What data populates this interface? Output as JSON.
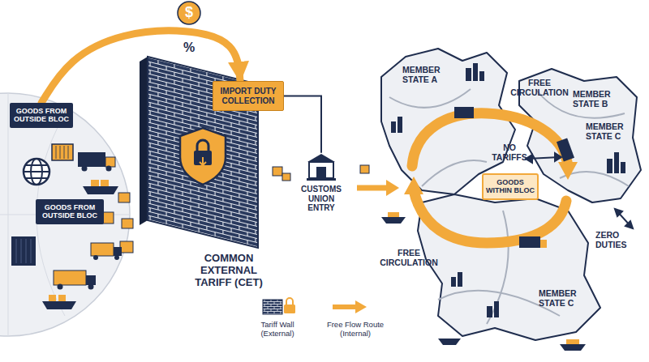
{
  "diagram": {
    "nodes": [
      {
        "text": [
          "GOODS FROM OUTSIDE BLOC"
        ]
      },
      {
        "text": [
          "GOODS FROM OUTSIDE BLOC"
        ]
      },
      {
        "text": [
          "IMPORT DUTY COLLECTION"
        ]
      },
      {
        "text": [
          "COMMON EXTERNAL TARIFF (CET)"
        ]
      },
      {
        "text": [
          "CUSTOMS UNION ENTRY"
        ]
      },
      {
        "text": [
          "GOODS WITHIN BLOC"
        ]
      }
    ],
    "edges": [
      {
        "from": 0,
        "to": 2,
        "arrow": "to"
      },
      {
        "from": 2,
        "to": 4,
        "arrow": "none"
      }
    ],
    "labels": [
      "$",
      "%",
      "MEMBER STATE A",
      "FREE CIRCULATION",
      "MEMBER STATE B",
      "MEMBER STATE C",
      "NO TARIFFS",
      "ZERO DUTIES",
      "FREE CIRCULATION",
      "MEMBER STATE C"
    ],
    "legend": [
      {
        "text": "Tariff Wall (External)"
      },
      {
        "text": "Free Flow Route (Internal)"
      }
    ]
  }
}
